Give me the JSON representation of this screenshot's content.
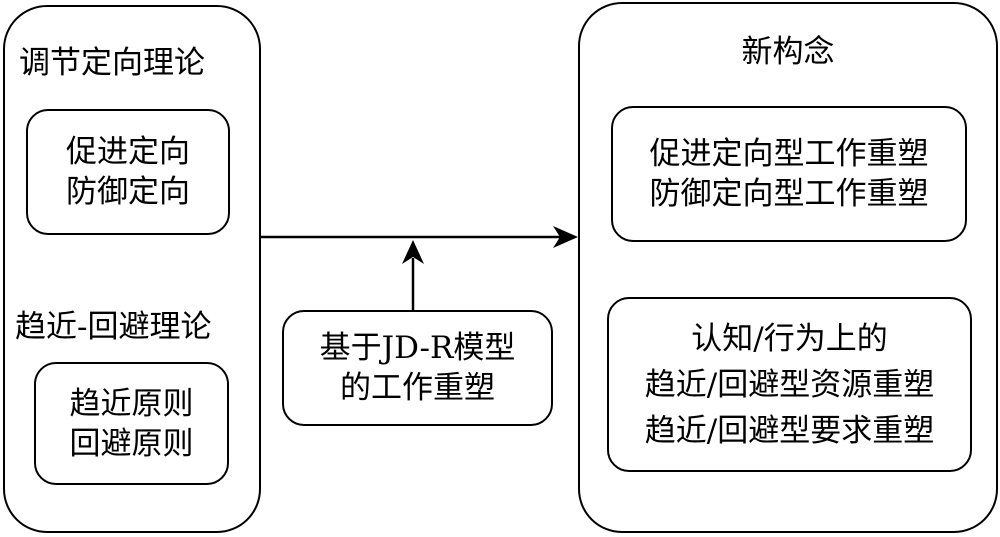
{
  "left_panel": {
    "section1_title": "调节定向理论",
    "section1_items": [
      "促进定向",
      "防御定向"
    ],
    "section2_title": "趋近-回避理论",
    "section2_items": [
      "趋近原则",
      "回避原则"
    ]
  },
  "middle_box": {
    "lines": [
      "基于JD-R模型",
      "的工作重塑"
    ]
  },
  "right_panel": {
    "title": "新构念",
    "box1_lines": [
      "促进定向型工作重塑",
      "防御定向型工作重塑"
    ],
    "box2_lines": [
      "认知/行为上的",
      "趋近/回避型资源重塑",
      "趋近/回避型要求重塑"
    ]
  }
}
